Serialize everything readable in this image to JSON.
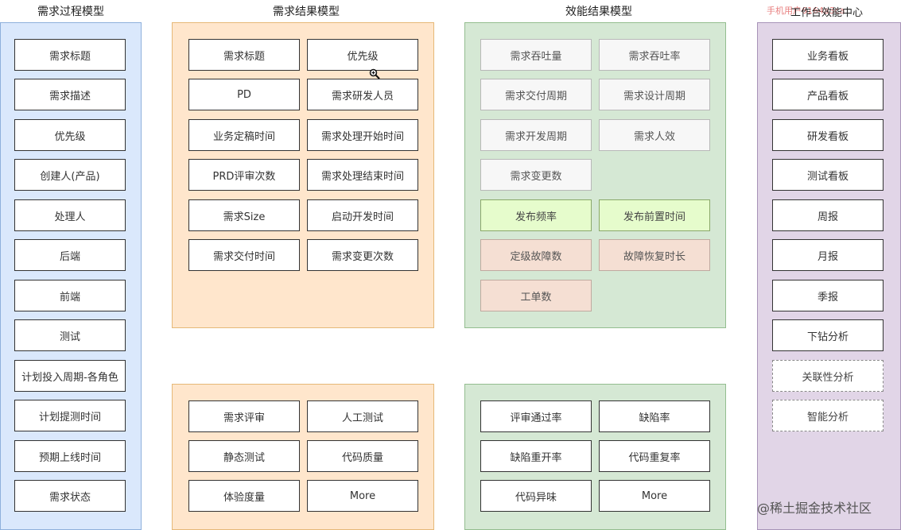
{
  "watermarks": {
    "top": "手机用户6164a3ca",
    "bottom": "@稀土掘金技术社区"
  },
  "columns": [
    {
      "title": "需求过程模型",
      "panels": [
        {
          "items": [
            "需求标题",
            "需求描述",
            "优先级",
            "创建人(产品)",
            "处理人",
            "后端",
            "前端",
            "测试",
            "计划投入周期-各角色",
            "计划提测时间",
            "预期上线时间",
            "需求状态"
          ]
        }
      ]
    },
    {
      "title": "需求结果模型",
      "panels": [
        {
          "items": [
            "需求标题",
            "优先级",
            "PD",
            "需求研发人员",
            "业务定稿时间",
            "需求处理开始时间",
            "PRD评审次数",
            "需求处理结束时间",
            "需求Size",
            "启动开发时间",
            "需求交付时间",
            "需求变更次数"
          ]
        },
        {
          "items": [
            "需求评审",
            "人工测试",
            "静态测试",
            "代码质量",
            "体验度量",
            "More"
          ]
        }
      ]
    },
    {
      "title": "效能结果模型",
      "panels": [
        {
          "items": [
            {
              "label": "需求吞吐量",
              "style": "light"
            },
            {
              "label": "需求吞吐率",
              "style": "light"
            },
            {
              "label": "需求交付周期",
              "style": "light"
            },
            {
              "label": "需求设计周期",
              "style": "light"
            },
            {
              "label": "需求开发周期",
              "style": "light"
            },
            {
              "label": "需求人效",
              "style": "light"
            },
            {
              "label": "需求变更数",
              "style": "light"
            },
            {
              "label": "发布频率",
              "style": "lgreen"
            },
            {
              "label": "发布前置时间",
              "style": "lgreen"
            },
            {
              "label": "定级故障数",
              "style": "lpink"
            },
            {
              "label": "故障恢复时长",
              "style": "lpink"
            },
            {
              "label": "工单数",
              "style": "lpink"
            }
          ]
        },
        {
          "items": [
            "评审通过率",
            "缺陷率",
            "缺陷重开率",
            "代码重复率",
            "代码异味",
            "More"
          ]
        }
      ]
    },
    {
      "title": "工作台效能中心",
      "panels": [
        {
          "items": [
            {
              "label": "业务看板"
            },
            {
              "label": "产品看板"
            },
            {
              "label": "研发看板"
            },
            {
              "label": "测试看板"
            },
            {
              "label": "周报"
            },
            {
              "label": "月报"
            },
            {
              "label": "季报"
            },
            {
              "label": "下钻分析"
            },
            {
              "label": "关联性分析",
              "style": "dashed"
            },
            {
              "label": "智能分析",
              "style": "dashed"
            }
          ]
        }
      ]
    }
  ],
  "colors": {
    "blue": "#dae8fc",
    "orange": "#ffe6cc",
    "green": "#d5e8d4",
    "purple": "#e1d5e7"
  },
  "icons": [
    "zoom-cursor-icon"
  ]
}
